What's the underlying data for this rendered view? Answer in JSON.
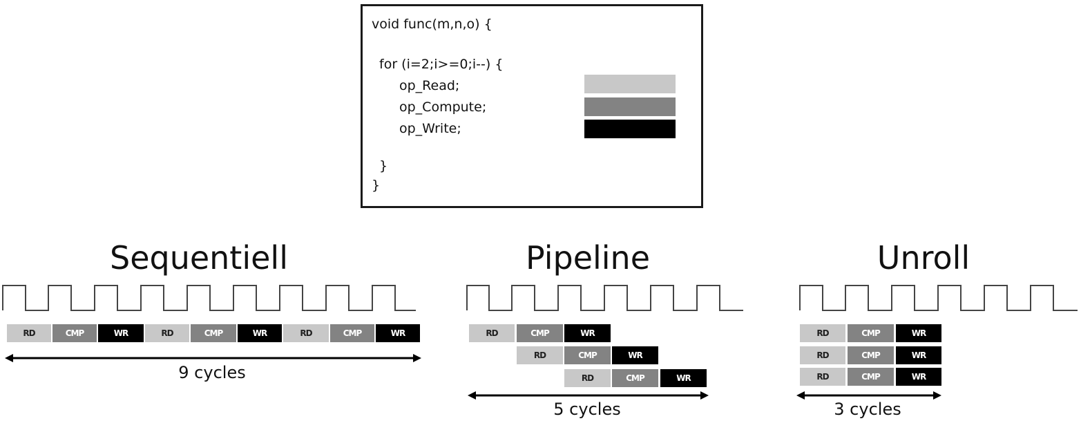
{
  "code": {
    "lines": [
      "void func(m,n,o) {",
      "for (i=2;i>=0;i--) {",
      "op_Read;",
      "op_Compute;",
      "op_Write;",
      "}",
      "}"
    ]
  },
  "legend_colors": {
    "read": "#c8c8c8",
    "compute": "#838383",
    "write": "#000000"
  },
  "stage_labels": {
    "rd": "RD",
    "cmp": "CMP",
    "wr": "WR"
  },
  "sections": {
    "sequentiell": {
      "title": "Sequentiell",
      "cycles_label": "9 cycles"
    },
    "pipeline": {
      "title": "Pipeline",
      "cycles_label": "5 cycles"
    },
    "unroll": {
      "title": "Unroll",
      "cycles_label": "3 cycles"
    }
  }
}
